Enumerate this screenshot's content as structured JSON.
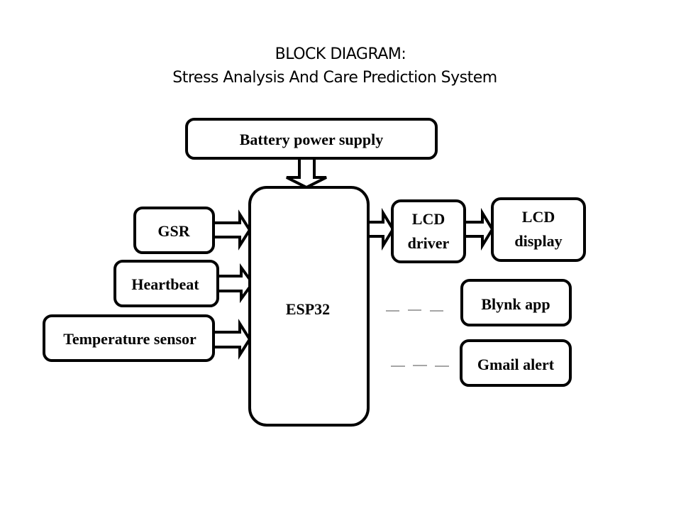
{
  "title": {
    "line1": "BLOCK DIAGRAM:",
    "line2": "Stress Analysis And Care Prediction System"
  },
  "blocks": {
    "battery": "Battery power supply",
    "gsr": "GSR",
    "heartbeat": "Heartbeat",
    "temperature": "Temperature sensor",
    "esp32": "ESP32",
    "lcd_driver": [
      "LCD",
      "driver"
    ],
    "lcd_display": [
      "LCD",
      "display"
    ],
    "blynk": "Blynk app",
    "gmail": "Gmail alert"
  },
  "connections": [
    {
      "from": "battery",
      "to": "esp32",
      "style": "block-arrow"
    },
    {
      "from": "gsr",
      "to": "esp32",
      "style": "block-arrow"
    },
    {
      "from": "heartbeat",
      "to": "esp32",
      "style": "block-arrow"
    },
    {
      "from": "temperature",
      "to": "esp32",
      "style": "block-arrow"
    },
    {
      "from": "esp32",
      "to": "lcd_driver",
      "style": "block-arrow"
    },
    {
      "from": "lcd_driver",
      "to": "lcd_display",
      "style": "block-arrow"
    },
    {
      "from": "esp32",
      "to": "blynk",
      "style": "dashed"
    },
    {
      "from": "esp32",
      "to": "gmail",
      "style": "dashed"
    }
  ]
}
